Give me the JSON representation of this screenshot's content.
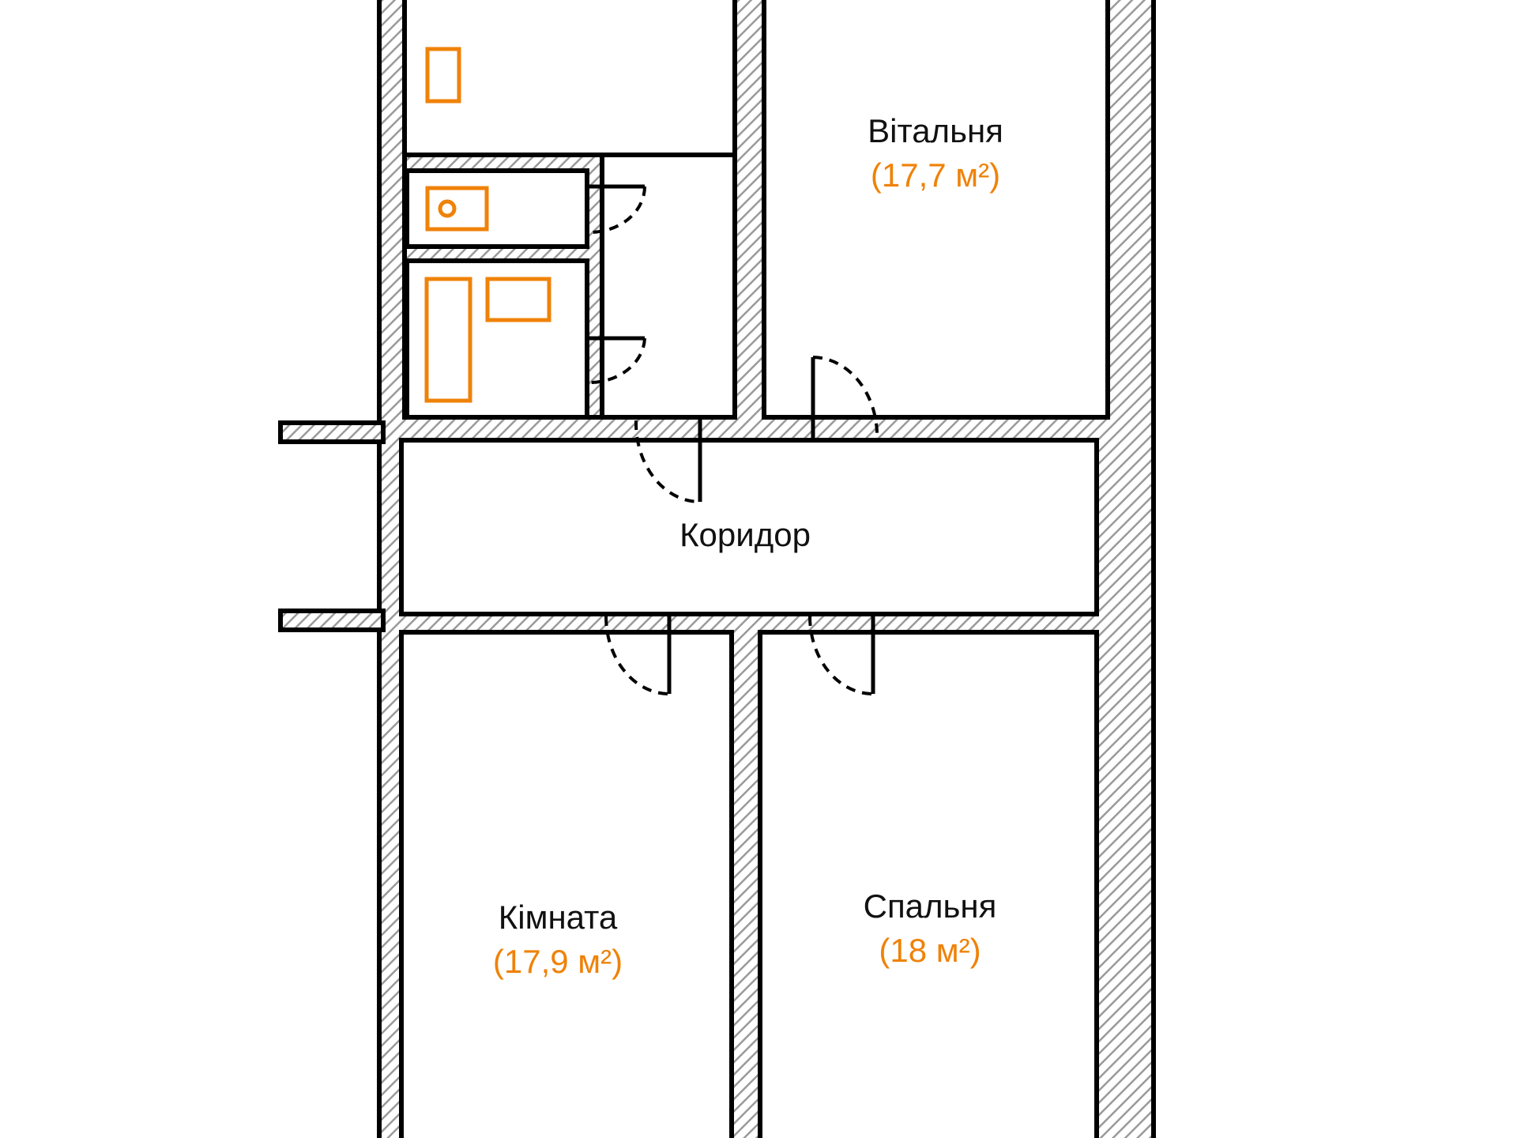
{
  "plan": {
    "accent_color": "#ef8208",
    "rooms": {
      "living": {
        "name": "Вітальня",
        "area": "(17,7 м²)"
      },
      "corridor": {
        "name": "Коридор"
      },
      "room": {
        "name": "Кімната",
        "area": "(17,9 м²)"
      },
      "bedroom": {
        "name": "Спальня",
        "area": "(18 м²)"
      }
    },
    "fixtures": [
      "wash-basin-icon",
      "stove-icon",
      "bathtub-icon",
      "sink-icon"
    ]
  }
}
